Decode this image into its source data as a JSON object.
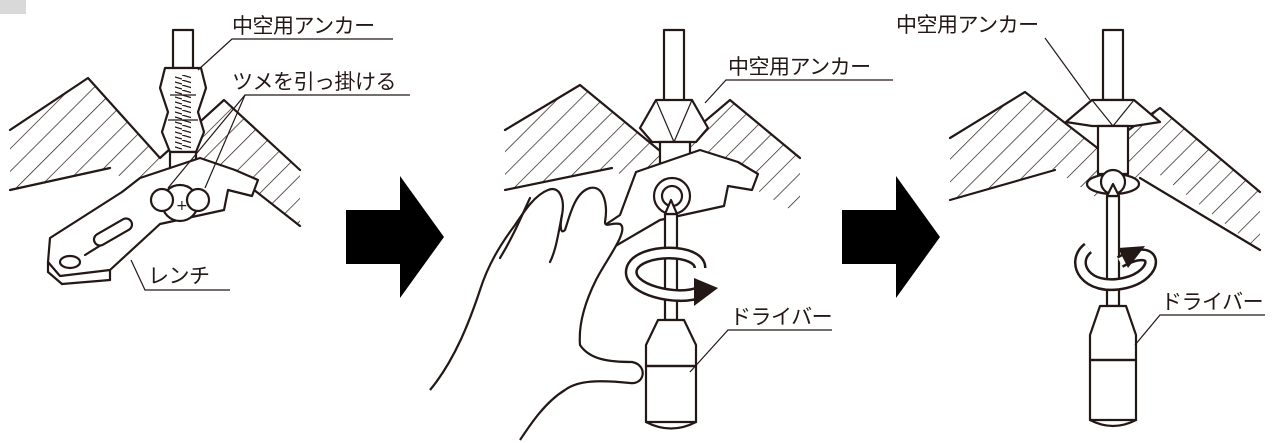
{
  "colors": {
    "line": "#231815",
    "arrow": "#000000",
    "corner_tab": "#d9d9d9",
    "background": "#ffffff"
  },
  "step1": {
    "label_anchor": "中空用アンカー",
    "label_claw": "ツメを引っ掛ける",
    "label_wrench": "レンチ"
  },
  "step2": {
    "label_anchor": "中空用アンカー",
    "label_driver": "ドライバー"
  },
  "step3": {
    "label_anchor": "中空用アンカー",
    "label_driver": "ドライバー"
  },
  "icons": [
    "step-arrow-icon",
    "rotation-arrow-icon",
    "hand-icon",
    "screwdriver-icon",
    "wrench-icon",
    "anchor-bolt-icon"
  ]
}
